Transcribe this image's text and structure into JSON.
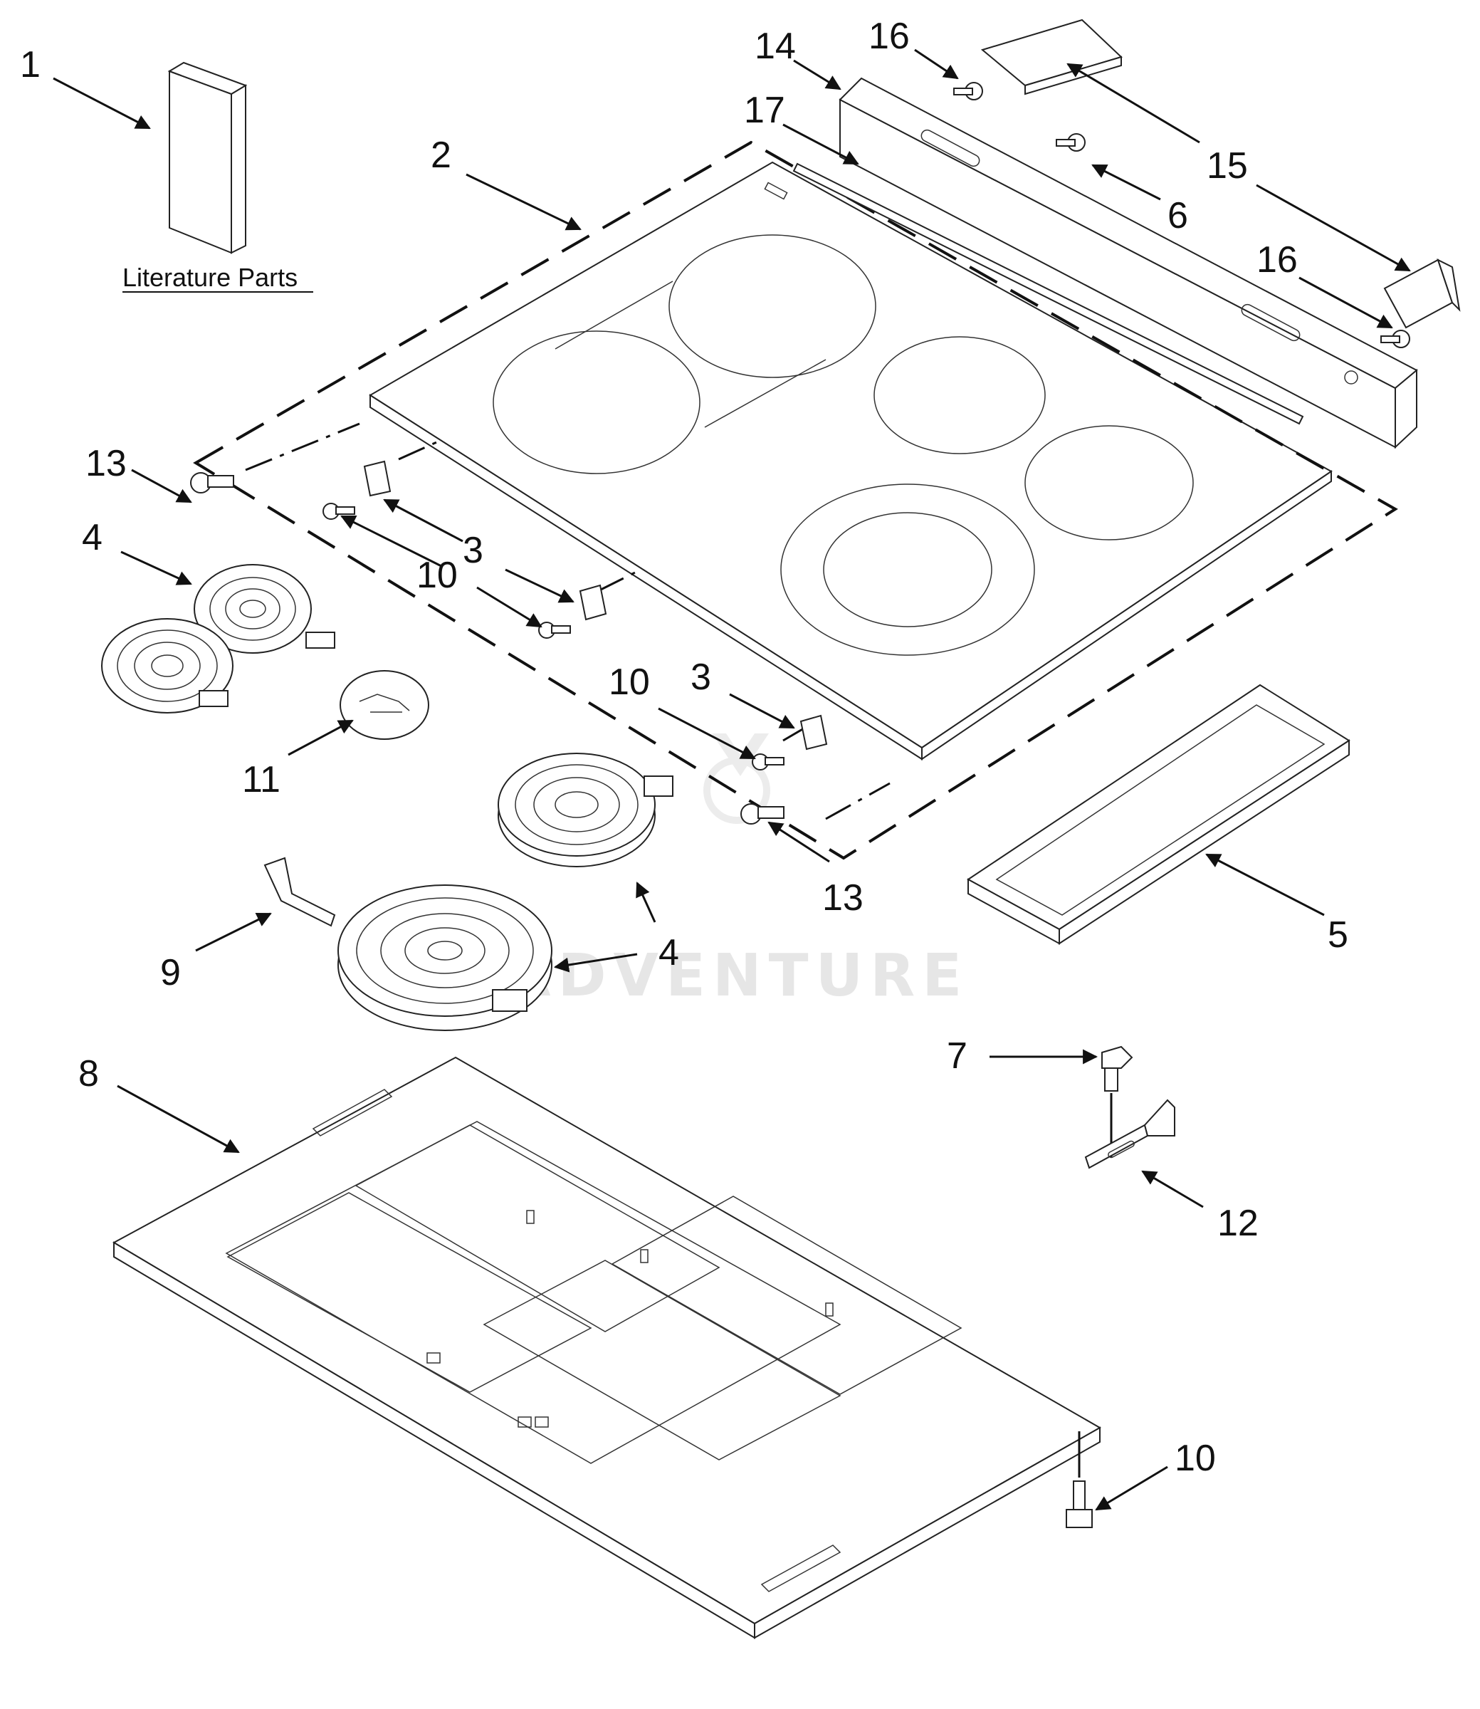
{
  "literature_label": "Literature Parts",
  "watermark": "ADVENTURE",
  "callouts": {
    "c1": "1",
    "c2": "2",
    "c3a": "3",
    "c3b": "3",
    "c4a": "4",
    "c4b": "4",
    "c5": "5",
    "c6": "6",
    "c7": "7",
    "c8": "8",
    "c9": "9",
    "c10a": "10",
    "c10b": "10",
    "c10c": "10",
    "c11": "11",
    "c12": "12",
    "c13a": "13",
    "c13b": "13",
    "c14": "14",
    "c15": "15",
    "c16a": "16",
    "c16b": "16",
    "c17": "17"
  },
  "colors": {
    "line": "#222222",
    "background": "#ffffff",
    "watermark": "#e6e6e6"
  }
}
